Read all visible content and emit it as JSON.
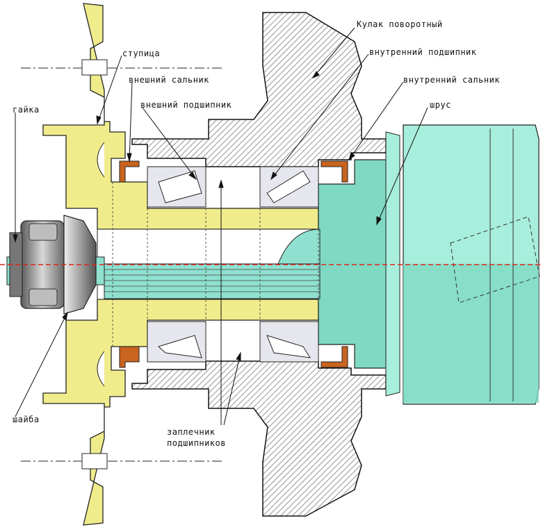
{
  "labels": {
    "knuckle": "Кулак поворотный",
    "hub": "ступица",
    "inner_bearing": "внутренний подшипник",
    "outer_seal": "внешний сальник",
    "inner_seal": "внутренний сальник",
    "outer_bearing": "внешний подшипник",
    "cv_joint": "шрус",
    "nut": "гайка",
    "washer": "шайба",
    "shoulders_line1": "заплечник",
    "shoulders_line2": "подшипников"
  },
  "colors": {
    "hub": "#f0ec8c",
    "shaft": "#8fe0cf",
    "cv_body": "#7fd9c3",
    "cv_light": "#a8eedc",
    "knuckle_hatch": "#7a7a7a",
    "bearing": "#e6e6ee",
    "seal": "#c8641e",
    "axis": "#e2231a",
    "nut": "#9a9a9a"
  }
}
